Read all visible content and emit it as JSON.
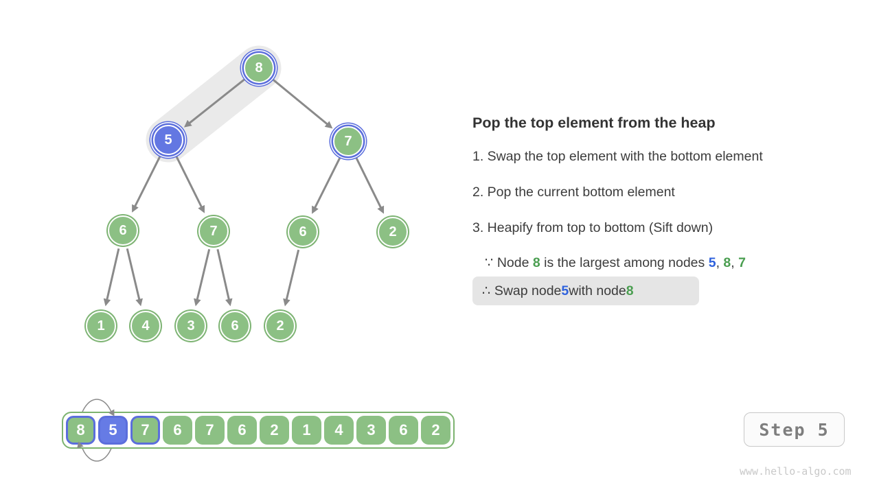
{
  "panel": {
    "title": "Pop the top element from the heap",
    "steps": [
      "1. Swap the top element with the bottom element",
      "2. Pop the current bottom element",
      "3. Heapify from top to bottom (Sift down)"
    ],
    "because_segments": [
      {
        "text": "∵ Node ",
        "color": "dark"
      },
      {
        "text": "8",
        "color": "green"
      },
      {
        "text": " is the largest among nodes ",
        "color": "dark"
      },
      {
        "text": "5",
        "color": "blue"
      },
      {
        "text": ", ",
        "color": "dark"
      },
      {
        "text": "8",
        "color": "green"
      },
      {
        "text": ", ",
        "color": "dark"
      },
      {
        "text": "7",
        "color": "green"
      }
    ],
    "therefore_segments": [
      {
        "text": "∴ Swap node ",
        "color": "dark"
      },
      {
        "text": "5",
        "color": "blue"
      },
      {
        "text": " with node ",
        "color": "dark"
      },
      {
        "text": "8",
        "color": "green"
      }
    ]
  },
  "tree": {
    "nodes": [
      {
        "value": "8",
        "state": "selected-green"
      },
      {
        "value": "5",
        "state": "selected-blue"
      },
      {
        "value": "7",
        "state": "selected-green"
      },
      {
        "value": "6",
        "state": "normal"
      },
      {
        "value": "7",
        "state": "normal"
      },
      {
        "value": "6",
        "state": "normal"
      },
      {
        "value": "2",
        "state": "normal"
      },
      {
        "value": "1",
        "state": "normal"
      },
      {
        "value": "4",
        "state": "normal"
      },
      {
        "value": "3",
        "state": "normal"
      },
      {
        "value": "6",
        "state": "normal"
      },
      {
        "value": "2",
        "state": "normal"
      }
    ],
    "swap_pair": [
      "8",
      "5"
    ]
  },
  "array": {
    "cells": [
      "8",
      "5",
      "7",
      "6",
      "7",
      "6",
      "2",
      "1",
      "4",
      "3",
      "6",
      "2"
    ],
    "highlight": {
      "blue_border_indices": [
        0,
        2
      ],
      "blue_fill_index": 1,
      "swap_indices": [
        0,
        1
      ]
    }
  },
  "footer": {
    "step_label": "Step 5",
    "watermark": "www.hello-algo.com"
  },
  "colors": {
    "node_green_fill": "#8CC084",
    "node_green_stroke": "#7EB474",
    "node_blue_fill": "#6377E2",
    "highlight_blue": "#5B6EDC",
    "text_green": "#4A9E50",
    "text_blue": "#2F62DD",
    "edge_gray": "#8A8A8A",
    "swap_band_gray": "#EAEAEA",
    "therefore_box_gray": "#E5E5E5"
  }
}
